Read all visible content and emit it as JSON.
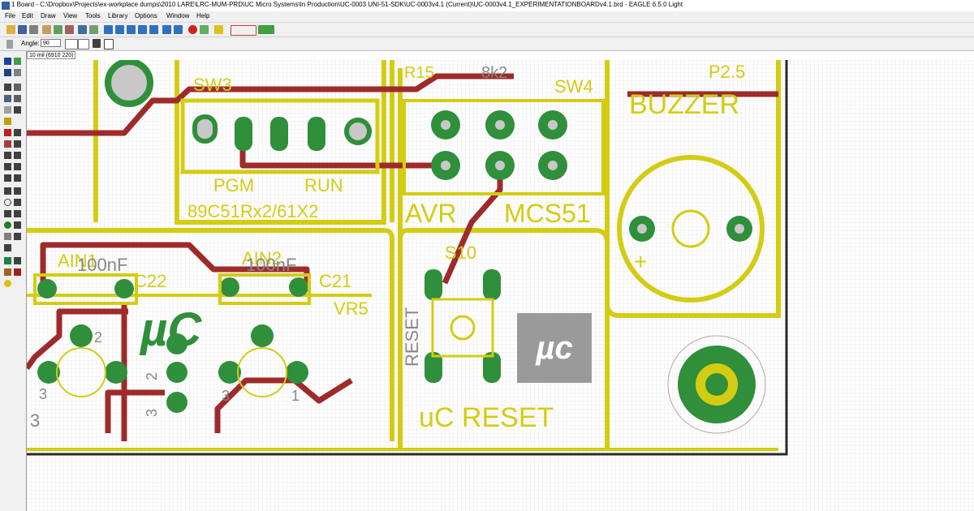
{
  "window": {
    "title": "1 Board - C:\\Dropbox\\Projects\\ex-workplace dumps\\2010 LARE\\LRC-MUM-PRD\\UC Micro Systems\\In Production\\UC-0003 UNI-51-SDK\\UC-0003v4.1 (Current)\\UC-0003v4.1_EXPERIMENTATIONBOARDv4.1.brd - EAGLE 6.5.0 Light"
  },
  "menu": [
    "File",
    "Edit",
    "Draw",
    "View",
    "Tools",
    "Library",
    "Options",
    "Window",
    "Help"
  ],
  "toolbar2": {
    "angle_label": "Angle:",
    "angle_value": "90"
  },
  "cmdline": "10 mil (6910 220)",
  "colors": {
    "silk": "#d4cc12",
    "trace": "#9e2a2a",
    "pad": "#2f8f3a",
    "grid_bg": "#ffffff",
    "grid": "#d6d6d6"
  },
  "board": {
    "sw3": "SW3",
    "pgm": "PGM",
    "run": "RUN",
    "mcu_label": "89C51Rx2/61X2",
    "r15": "R15",
    "r15_value": "8k2",
    "sw4": "SW4",
    "avr": "AVR",
    "mcs51": "MCS51",
    "p25": "P2.5",
    "buzzer": "BUZZER",
    "plus": "+",
    "ain1": "AIN1",
    "c22_value": "100nF",
    "c22": "C22",
    "ain2": "AIN2",
    "c21_value": "100nF",
    "c21": "C21",
    "vr5": "VR5",
    "s10": "S10",
    "reset_vertical": "RESET",
    "uc_reset": "uC RESET",
    "logo_text": "µc",
    "logo_small": "µC",
    "pin_2": "2",
    "pin_3": "3",
    "pin_1": "1",
    "pin_3b": "3",
    "pin_2b": "2",
    "pin_3c": "3",
    "pin_3arrow": "3"
  }
}
